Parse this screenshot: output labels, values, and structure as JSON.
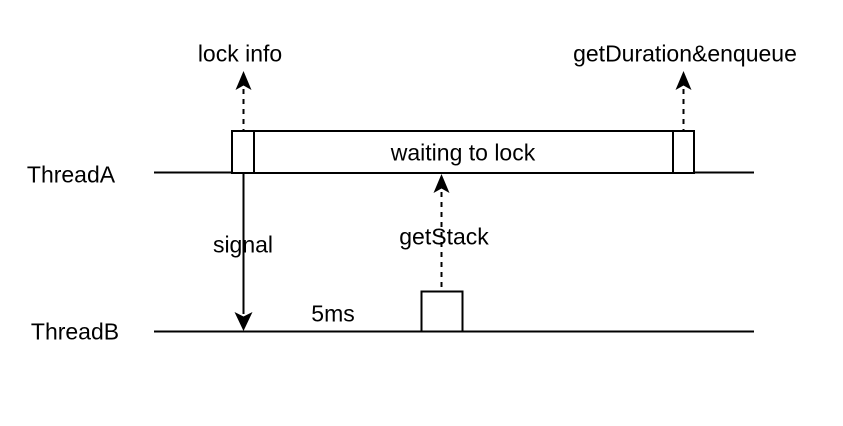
{
  "canvas": {
    "background": "#ffffff",
    "ink": "#000000"
  },
  "threads": [
    {
      "label": "ThreadA"
    },
    {
      "label": "ThreadB"
    }
  ],
  "bar": {
    "label": "waiting to lock"
  },
  "annotations": {
    "lock_info": "lock info",
    "get_duration_enqueue": "getDuration&enqueue",
    "signal": "signal",
    "get_stack": "getStack",
    "duration": "5ms"
  }
}
